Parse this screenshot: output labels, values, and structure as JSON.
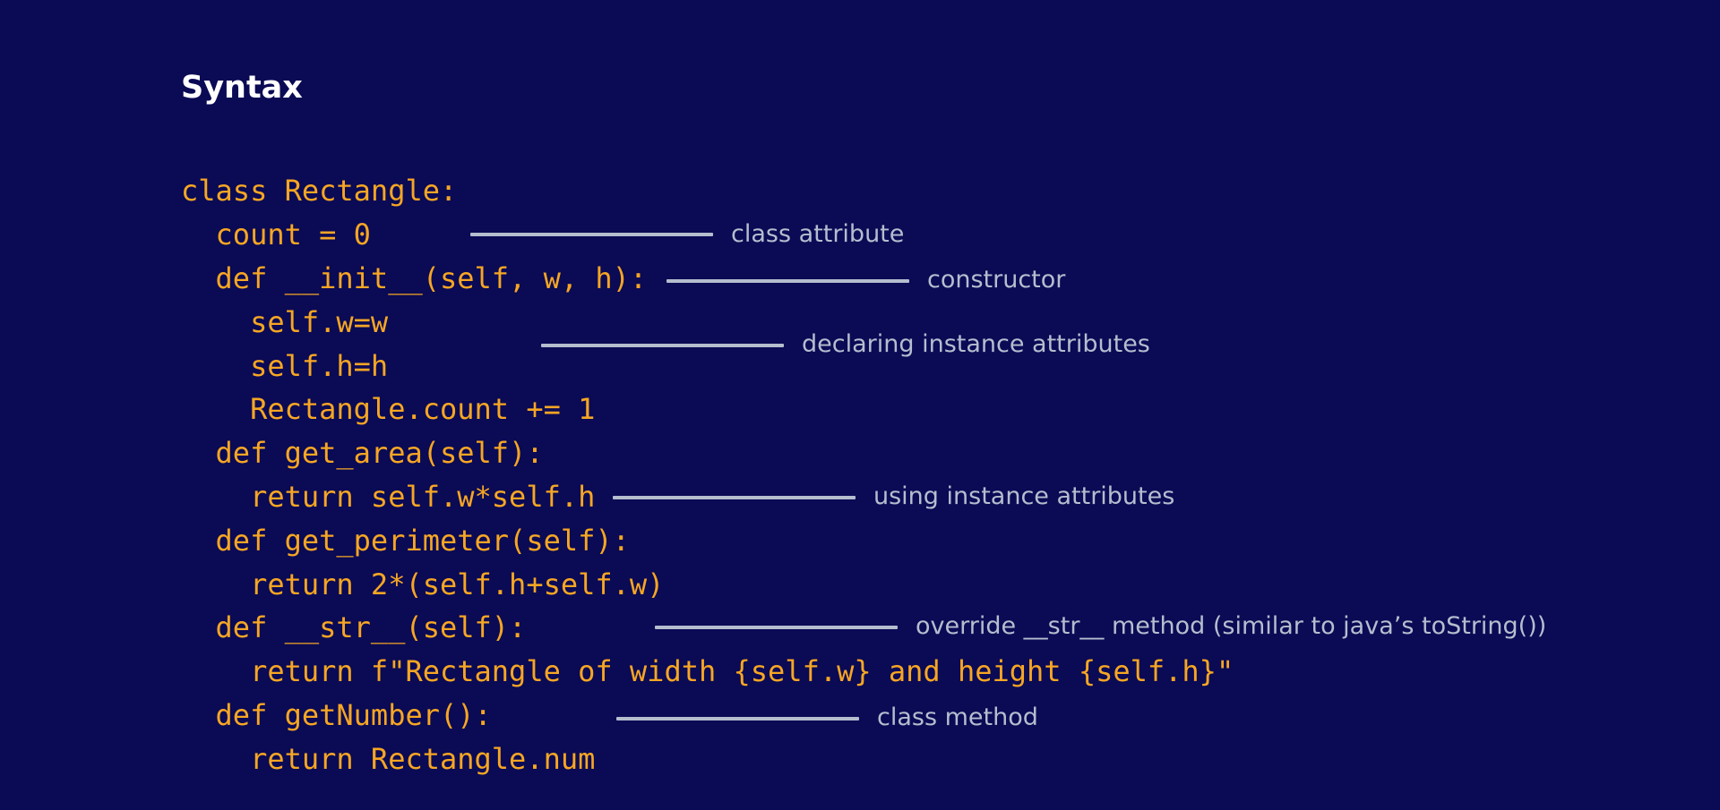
{
  "slide": {
    "title": "Syntax"
  },
  "code": {
    "lines": [
      "class Rectangle:",
      "  count = 0",
      "  def __init__(self, w, h):",
      "    self.w=w",
      "    self.h=h",
      "    Rectangle.count += 1",
      "  def get_area(self):",
      "    return self.w*self.h",
      "  def get_perimeter(self):",
      "    return 2*(self.h+self.w)",
      "  def __str__(self):",
      "    return f\"Rectangle of width {self.w} and height {self.h}\"",
      "  def getNumber():",
      "    return Rectangle.num"
    ]
  },
  "annotations": [
    "class attribute",
    "constructor",
    "declaring instance attributes",
    "using instance attributes",
    "override __str__ method (similar to java’s toString())",
    "class method"
  ],
  "colors": {
    "background": "#0a0a55",
    "code": "#f6a623",
    "annotation": "#b4bece",
    "title": "#ffffff"
  }
}
